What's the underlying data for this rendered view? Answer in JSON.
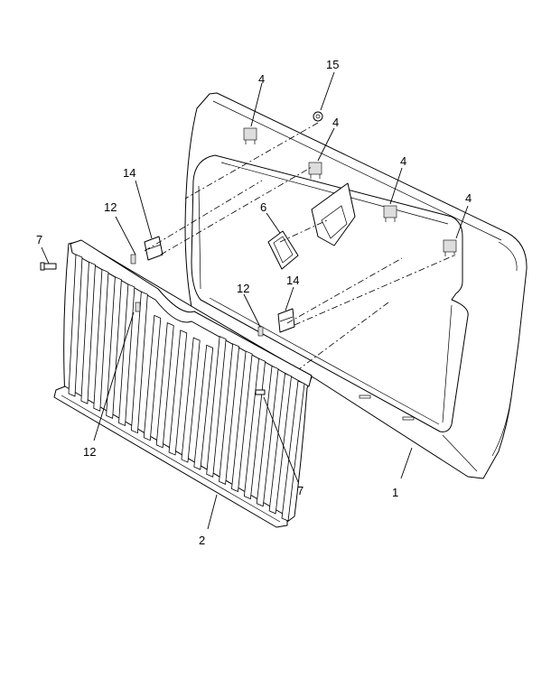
{
  "diagram": {
    "callouts": {
      "c1": "1",
      "c2": "2",
      "c4a": "4",
      "c4b": "4",
      "c4c": "4",
      "c4d": "4",
      "c6": "6",
      "c7a": "7",
      "c7b": "7",
      "c12a": "12",
      "c12b": "12",
      "c12c": "12",
      "c14a": "14",
      "c14b": "14",
      "c15": "15"
    }
  }
}
